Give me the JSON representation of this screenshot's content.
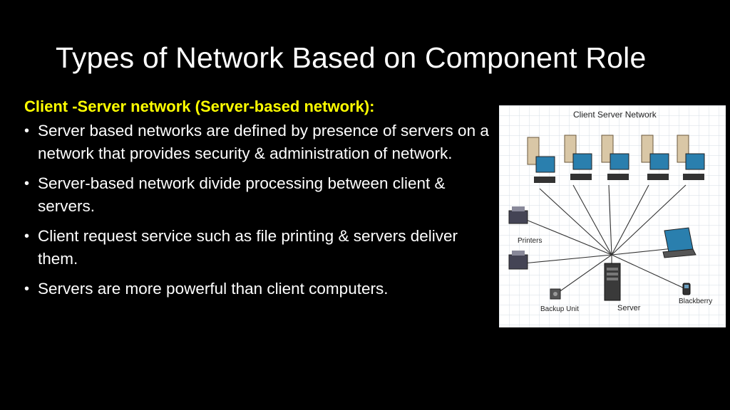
{
  "slide": {
    "title": "Types of Network Based on Component Role",
    "subheading": "Client -Server network (Server-based network):",
    "bullets": [
      "Server based networks are defined by presence of servers on a network that provides security & administration of network.",
      "Server-based network divide processing between client & servers.",
      "Client request service such as file printing & servers deliver them.",
      "Servers are more powerful than client computers."
    ],
    "bullet_glyph": "•"
  },
  "diagram": {
    "title": "Client Server Network",
    "labels": {
      "printers": "Printers",
      "server": "Server",
      "backup": "Backup Unit",
      "blackberry": "Blackberry"
    }
  },
  "colors": {
    "background": "#000000",
    "title": "#ffffff",
    "subheading": "#ffff00",
    "body_text": "#ffffff"
  }
}
